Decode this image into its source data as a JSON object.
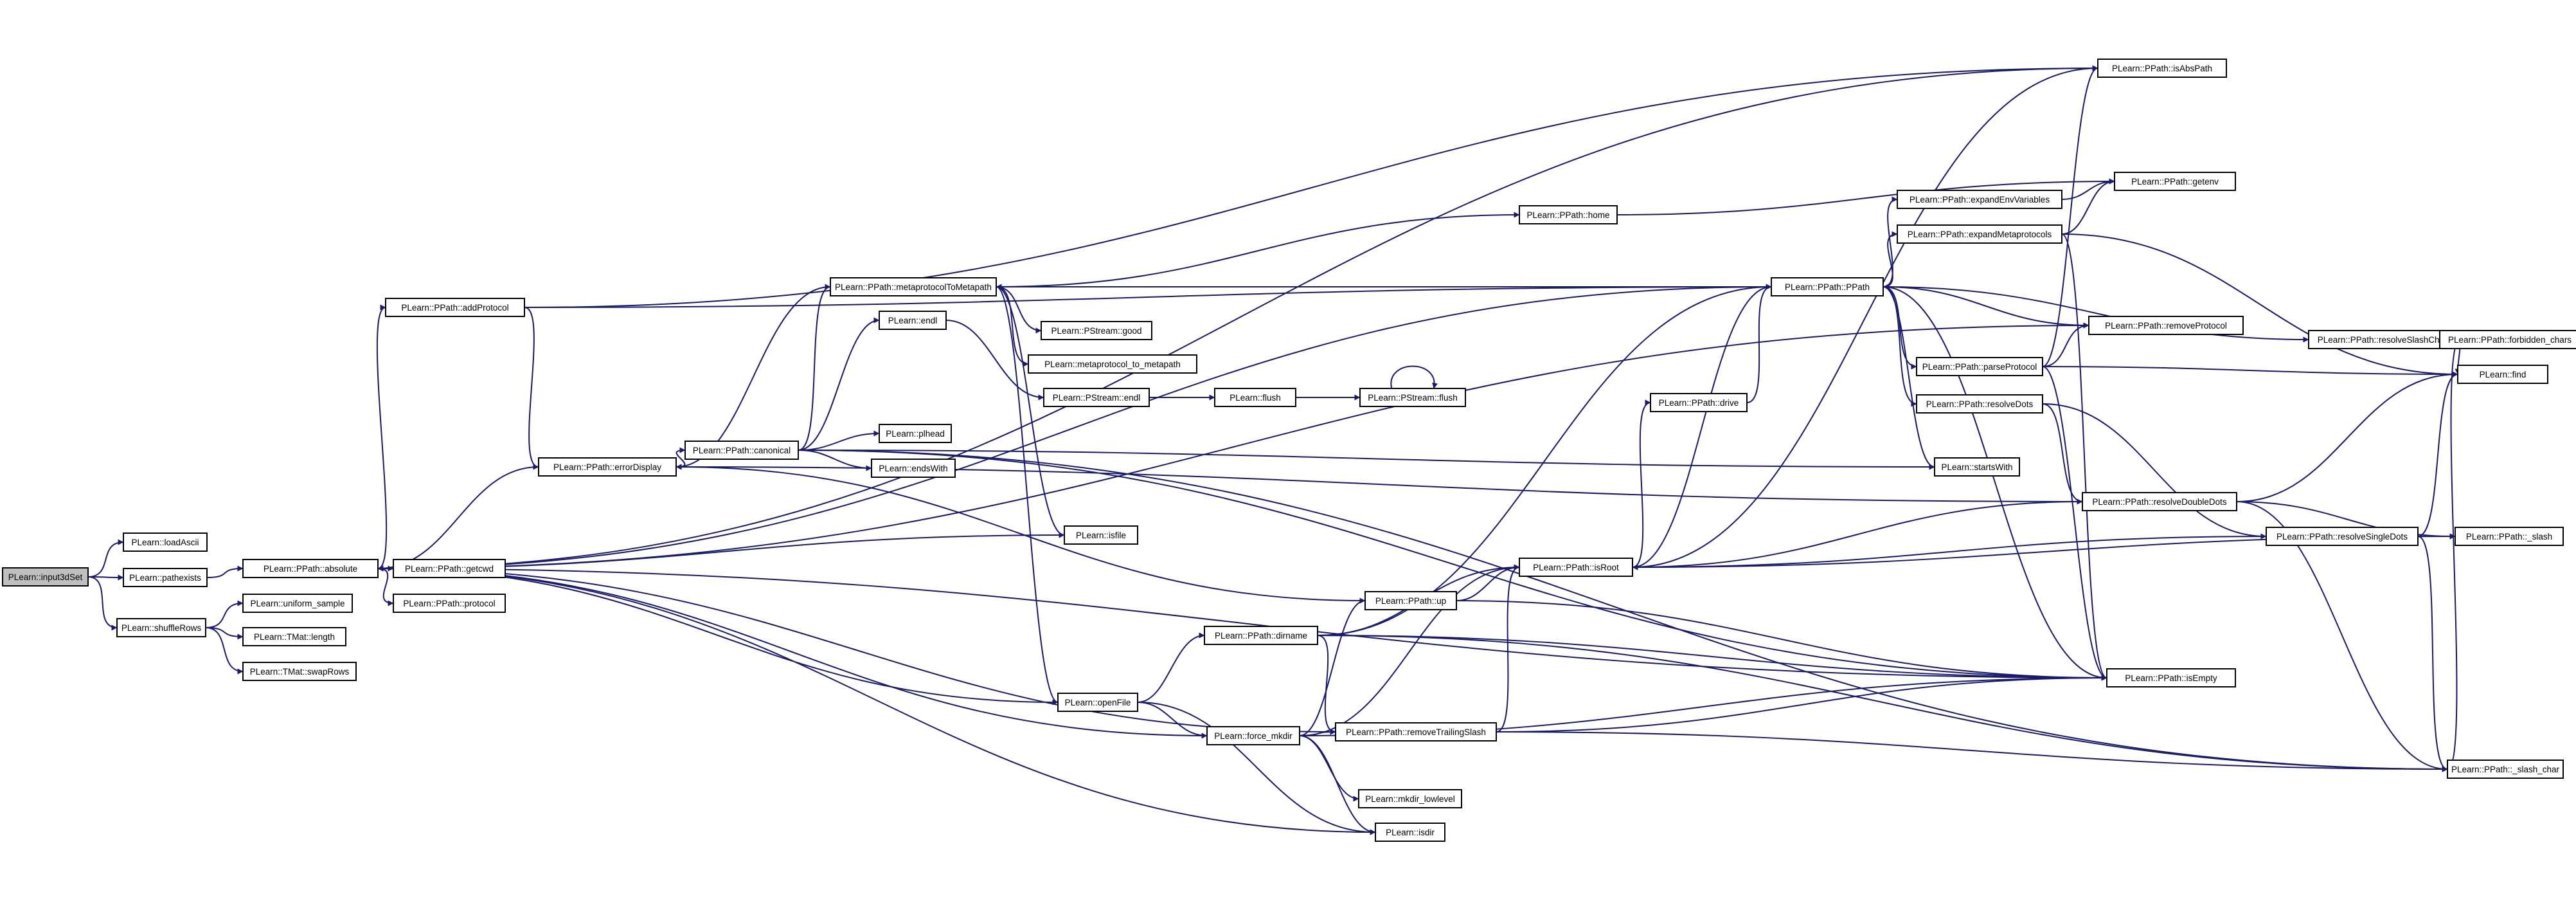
{
  "diagram": {
    "root_fill": "#bfbfbf",
    "node_fill": "#ffffff",
    "edge_color": "#191970",
    "nodes": [
      {
        "id": "input3dset",
        "label": "PLearn::input3dSet",
        "root": true
      },
      {
        "id": "loadascii",
        "label": "PLearn::loadAscii"
      },
      {
        "id": "pathexists",
        "label": "PLearn::pathexists"
      },
      {
        "id": "shufflerows",
        "label": "PLearn::shuffleRows"
      },
      {
        "id": "absolute",
        "label": "PLearn::PPath::absolute"
      },
      {
        "id": "uniform_sample",
        "label": "PLearn::uniform_sample"
      },
      {
        "id": "tmat_length",
        "label": "PLearn::TMat::length"
      },
      {
        "id": "tmat_swaprows",
        "label": "PLearn::TMat::swapRows"
      },
      {
        "id": "addprotocol",
        "label": "PLearn::PPath::addProtocol"
      },
      {
        "id": "getcwd",
        "label": "PLearn::PPath::getcwd"
      },
      {
        "id": "protocol",
        "label": "PLearn::PPath::protocol"
      },
      {
        "id": "errordisplay",
        "label": "PLearn::PPath::errorDisplay"
      },
      {
        "id": "canonical",
        "label": "PLearn::PPath::canonical"
      },
      {
        "id": "metaprotocoltometapath",
        "label": "PLearn::PPath::metaprotocolToMetapath"
      },
      {
        "id": "endl",
        "label": "PLearn::endl"
      },
      {
        "id": "pstream_good",
        "label": "PLearn::PStream::good"
      },
      {
        "id": "metaprotocol_to_metapath",
        "label": "PLearn::metaprotocol_to_metapath"
      },
      {
        "id": "pstream_endl",
        "label": "PLearn::PStream::endl"
      },
      {
        "id": "flush",
        "label": "PLearn::flush"
      },
      {
        "id": "pstream_flush",
        "label": "PLearn::PStream::flush"
      },
      {
        "id": "plhead",
        "label": "PLearn::plhead"
      },
      {
        "id": "endswith",
        "label": "PLearn::endsWith"
      },
      {
        "id": "isfile",
        "label": "PLearn::isfile"
      },
      {
        "id": "openfile",
        "label": "PLearn::openFile"
      },
      {
        "id": "dirname",
        "label": "PLearn::PPath::dirname"
      },
      {
        "id": "up",
        "label": "PLearn::PPath::up"
      },
      {
        "id": "force_mkdir",
        "label": "PLearn::force_mkdir"
      },
      {
        "id": "removetrailingslash",
        "label": "PLearn::PPath::removeTrailingSlash"
      },
      {
        "id": "mkdir_lowlevel",
        "label": "PLearn::mkdir_lowlevel"
      },
      {
        "id": "isdir",
        "label": "PLearn::isdir"
      },
      {
        "id": "home",
        "label": "PLearn::PPath::home"
      },
      {
        "id": "drive",
        "label": "PLearn::PPath::drive"
      },
      {
        "id": "isroot",
        "label": "PLearn::PPath::isRoot"
      },
      {
        "id": "ppath_ppath",
        "label": "PLearn::PPath::PPath"
      },
      {
        "id": "expandenvvariables",
        "label": "PLearn::PPath::expandEnvVariables"
      },
      {
        "id": "expandmetaprotocols",
        "label": "PLearn::PPath::expandMetaprotocols"
      },
      {
        "id": "parseprotocol",
        "label": "PLearn::PPath::parseProtocol"
      },
      {
        "id": "resolvedots",
        "label": "PLearn::PPath::resolveDots"
      },
      {
        "id": "startswith",
        "label": "PLearn::startsWith"
      },
      {
        "id": "isabspath",
        "label": "PLearn::PPath::isAbsPath"
      },
      {
        "id": "getenv",
        "label": "PLearn::PPath::getenv"
      },
      {
        "id": "removeprotocol",
        "label": "PLearn::PPath::removeProtocol"
      },
      {
        "id": "resolvedoubledots",
        "label": "PLearn::PPath::resolveDoubleDots"
      },
      {
        "id": "isempty",
        "label": "PLearn::PPath::isEmpty"
      },
      {
        "id": "resolveslashchars",
        "label": "PLearn::PPath::resolveSlashChars"
      },
      {
        "id": "resolvesingledots",
        "label": "PLearn::PPath::resolveSingleDots"
      },
      {
        "id": "forbidden_chars",
        "label": "PLearn::PPath::forbidden_chars"
      },
      {
        "id": "find",
        "label": "PLearn::find"
      },
      {
        "id": "slash",
        "label": "PLearn::PPath::_slash"
      },
      {
        "id": "slash_char",
        "label": "PLearn::PPath::_slash_char"
      }
    ],
    "edges": [
      [
        "input3dset",
        "loadascii"
      ],
      [
        "input3dset",
        "pathexists"
      ],
      [
        "input3dset",
        "shufflerows"
      ],
      [
        "pathexists",
        "absolute"
      ],
      [
        "shufflerows",
        "uniform_sample"
      ],
      [
        "shufflerows",
        "tmat_length"
      ],
      [
        "shufflerows",
        "tmat_swaprows"
      ],
      [
        "absolute",
        "addprotocol"
      ],
      [
        "absolute",
        "getcwd"
      ],
      [
        "absolute",
        "protocol"
      ],
      [
        "absolute",
        "isabspath"
      ],
      [
        "absolute",
        "ppath_ppath"
      ],
      [
        "absolute",
        "removeprotocol"
      ],
      [
        "absolute",
        "isempty"
      ],
      [
        "absolute",
        "removetrailingslash"
      ],
      [
        "addprotocol",
        "errordisplay"
      ],
      [
        "addprotocol",
        "isabspath"
      ],
      [
        "addprotocol",
        "ppath_ppath"
      ],
      [
        "errordisplay",
        "absolute"
      ],
      [
        "errordisplay",
        "canonical"
      ],
      [
        "canonical",
        "metaprotocoltometapath"
      ],
      [
        "canonical",
        "endl"
      ],
      [
        "canonical",
        "plhead"
      ],
      [
        "canonical",
        "endswith"
      ],
      [
        "canonical",
        "startswith"
      ],
      [
        "canonical",
        "isempty"
      ],
      [
        "canonical",
        "slash_char"
      ],
      [
        "metaprotocoltometapath",
        "errordisplay"
      ],
      [
        "metaprotocoltometapath",
        "pstream_good"
      ],
      [
        "metaprotocoltometapath",
        "metaprotocol_to_metapath"
      ],
      [
        "metaprotocoltometapath",
        "isfile"
      ],
      [
        "metaprotocoltometapath",
        "openfile"
      ],
      [
        "metaprotocoltometapath",
        "home"
      ],
      [
        "endl",
        "pstream_endl"
      ],
      [
        "pstream_endl",
        "flush"
      ],
      [
        "flush",
        "pstream_flush"
      ],
      [
        "pstream_flush",
        "pstream_flush"
      ],
      [
        "isfile",
        "absolute"
      ],
      [
        "openfile",
        "absolute"
      ],
      [
        "openfile",
        "dirname"
      ],
      [
        "openfile",
        "force_mkdir"
      ],
      [
        "openfile",
        "isdir"
      ],
      [
        "dirname",
        "ppath_ppath"
      ],
      [
        "dirname",
        "isroot"
      ],
      [
        "dirname",
        "removetrailingslash"
      ],
      [
        "dirname",
        "isempty"
      ],
      [
        "dirname",
        "slash_char"
      ],
      [
        "up",
        "errordisplay"
      ],
      [
        "up",
        "isroot"
      ],
      [
        "up",
        "isempty"
      ],
      [
        "force_mkdir",
        "absolute"
      ],
      [
        "force_mkdir",
        "up"
      ],
      [
        "force_mkdir",
        "isroot"
      ],
      [
        "force_mkdir",
        "isempty"
      ],
      [
        "force_mkdir",
        "mkdir_lowlevel"
      ],
      [
        "force_mkdir",
        "isdir"
      ],
      [
        "force_mkdir",
        "removetrailingslash"
      ],
      [
        "removetrailingslash",
        "isroot"
      ],
      [
        "removetrailingslash",
        "isempty"
      ],
      [
        "removetrailingslash",
        "slash_char"
      ],
      [
        "isdir",
        "absolute"
      ],
      [
        "home",
        "getenv"
      ],
      [
        "drive",
        "ppath_ppath"
      ],
      [
        "isroot",
        "drive"
      ],
      [
        "isroot",
        "isabspath"
      ],
      [
        "isroot",
        "ppath_ppath"
      ],
      [
        "isroot",
        "slash"
      ],
      [
        "ppath_ppath",
        "expandenvvariables"
      ],
      [
        "ppath_ppath",
        "expandmetaprotocols"
      ],
      [
        "ppath_ppath",
        "parseprotocol"
      ],
      [
        "ppath_ppath",
        "resolvedots"
      ],
      [
        "ppath_ppath",
        "startswith"
      ],
      [
        "ppath_ppath",
        "resolveslashchars"
      ],
      [
        "ppath_ppath",
        "metaprotocoltometapath"
      ],
      [
        "ppath_ppath",
        "isempty"
      ],
      [
        "expandenvvariables",
        "getenv"
      ],
      [
        "expandmetaprotocols",
        "getenv"
      ],
      [
        "expandmetaprotocols",
        "find"
      ],
      [
        "expandmetaprotocols",
        "isempty"
      ],
      [
        "parseprotocol",
        "isabspath"
      ],
      [
        "parseprotocol",
        "removeprotocol"
      ],
      [
        "parseprotocol",
        "find"
      ],
      [
        "parseprotocol",
        "isempty"
      ],
      [
        "resolvedots",
        "resolvedoubledots"
      ],
      [
        "resolvedots",
        "resolvesingledots"
      ],
      [
        "removeprotocol",
        "ppath_ppath"
      ],
      [
        "resolvedoubledots",
        "isroot"
      ],
      [
        "resolvedoubledots",
        "find"
      ],
      [
        "resolvedoubledots",
        "slash"
      ],
      [
        "resolvedoubledots",
        "slash_char"
      ],
      [
        "resolvedoubledots",
        "errordisplay"
      ],
      [
        "resolveslashchars",
        "forbidden_chars"
      ],
      [
        "resolveslashchars",
        "find"
      ],
      [
        "resolveslashchars",
        "slash_char"
      ],
      [
        "resolvesingledots",
        "find"
      ],
      [
        "resolvesingledots",
        "slash"
      ],
      [
        "resolvesingledots",
        "slash_char"
      ],
      [
        "resolvesingledots",
        "isroot"
      ]
    ]
  }
}
